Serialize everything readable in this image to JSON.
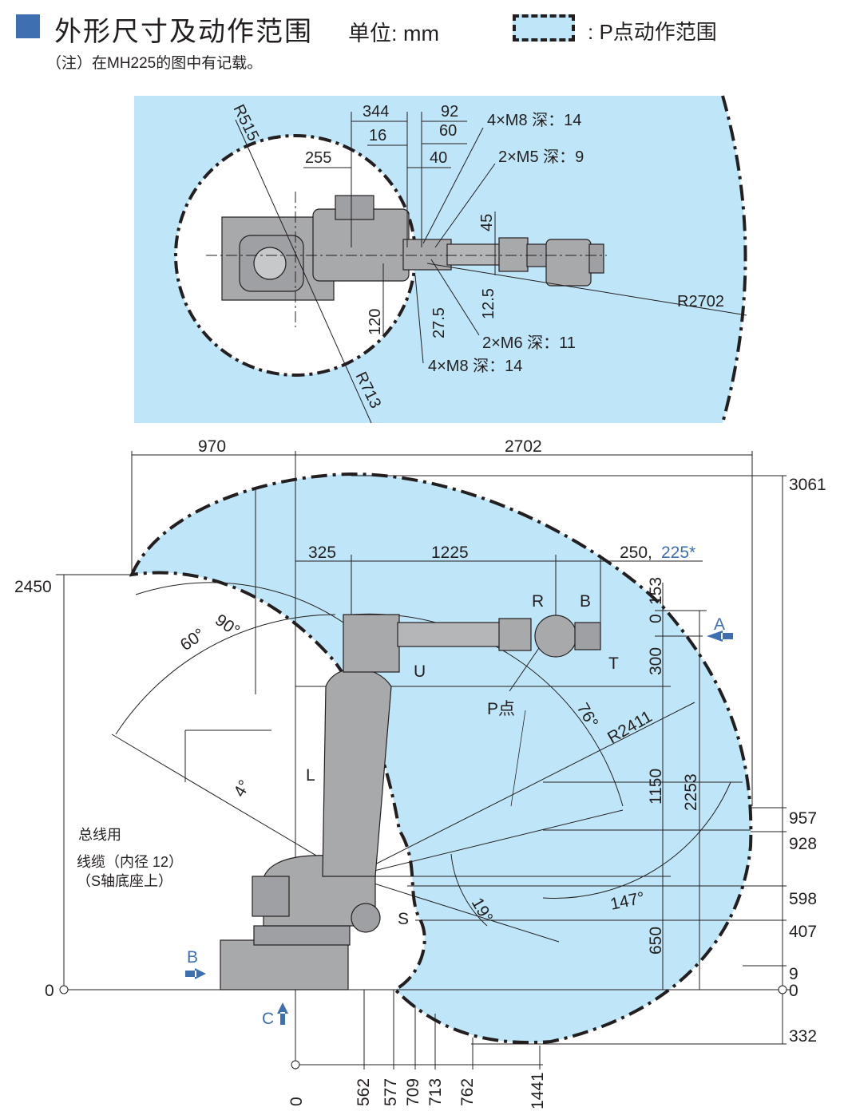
{
  "header": {
    "title": "外形尺寸及动作范围",
    "unit_label": "单位: mm",
    "legend_label": ": P点动作范围",
    "note": "（注）在MH225的图中有记载。"
  },
  "colors": {
    "envelope_fill": "#bfe6f8",
    "robot_gray": "#a8a9ab",
    "line": "#231f20",
    "accent_blue": "#3d6fb1"
  },
  "top_view": {
    "dims": {
      "d344": "344",
      "d92": "92",
      "d16": "16",
      "d60": "60",
      "d255": "255",
      "d40": "40",
      "d45": "45",
      "d120": "120",
      "d27_5": "27.5",
      "d12_5": "12.5"
    },
    "radii": {
      "r515": "R515",
      "r713": "R713",
      "r2702": "R2702"
    },
    "callouts": {
      "m8_top": "4×M8 深：14",
      "m5": "2×M5 深：9",
      "m6": "2×M6 深：11",
      "m8_bottom": "4×M8 深：14"
    }
  },
  "side_view": {
    "top_dims": {
      "d970": "970",
      "d2702": "2702"
    },
    "arm_dims": {
      "d325": "325",
      "d1225": "1225",
      "d250": "250,",
      "d225": "225*"
    },
    "right_dims": {
      "d3061": "3061",
      "d957": "957",
      "d928": "928",
      "d598": "598",
      "d407": "407",
      "d9": "9",
      "d0": "0",
      "d332": "332"
    },
    "vertical_dims": {
      "d153": "153",
      "d0": "0",
      "d300": "300",
      "d1150": "1150",
      "d2253": "2253",
      "d650": "650"
    },
    "left_dims": {
      "d2450": "2450",
      "d0": "0"
    },
    "bottom_dims": {
      "d0": "0",
      "d562": "562",
      "d577": "577",
      "d709": "709",
      "d713": "713",
      "d762": "762",
      "d1441": "1441"
    },
    "angles": {
      "a90": "90°",
      "a60": "60°",
      "a4": "4°",
      "a76": "76°",
      "a19": "19°",
      "a147": "147°"
    },
    "radius": "R2411",
    "axes": {
      "r": "R",
      "b": "B",
      "t": "T",
      "u": "U",
      "l": "L",
      "s": "S"
    },
    "point_label": "P点",
    "views": {
      "a": "A",
      "b": "B",
      "c": "C"
    },
    "cable_note": {
      "line1": "总线用",
      "line2": "线缆（内径 12）",
      "line3": "（S轴底座上）"
    }
  }
}
